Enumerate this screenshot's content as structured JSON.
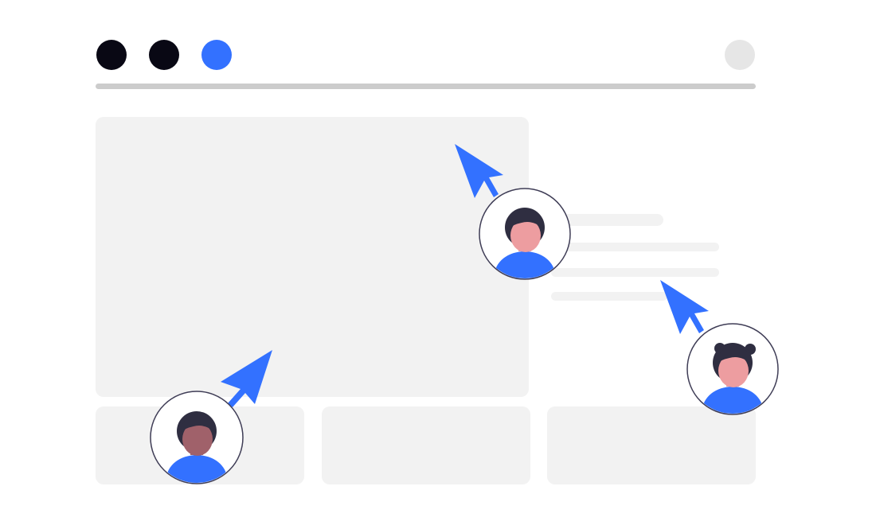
{
  "window": {
    "dots": [
      {
        "name": "window-dot-1",
        "color": "#090814"
      },
      {
        "name": "window-dot-2",
        "color": "#090814"
      },
      {
        "name": "window-dot-3",
        "color": "#3371ff"
      }
    ],
    "profile_dot_color": "#e6e6e6",
    "bar_color": "#cccccc"
  },
  "placeholders": {
    "block_color": "#f2f2f2"
  },
  "cursors": {
    "color": "#3371ff"
  },
  "avatars": [
    {
      "name": "avatar-top-middle",
      "skin": "#ed9da0",
      "hair": "#2f2e41",
      "shirt": "#3371ff",
      "style": "short"
    },
    {
      "name": "avatar-right",
      "skin": "#ed9da0",
      "hair": "#2f2e41",
      "shirt": "#3371ff",
      "style": "buns"
    },
    {
      "name": "avatar-bottom-left",
      "skin": "#a0616a",
      "hair": "#2f2e41",
      "shirt": "#3371ff",
      "style": "short"
    }
  ]
}
